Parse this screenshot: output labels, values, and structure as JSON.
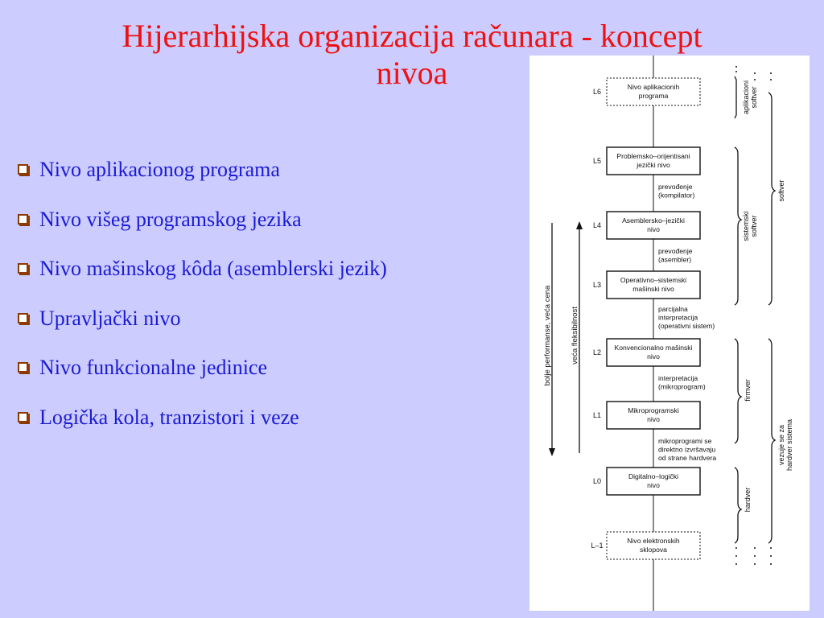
{
  "title": {
    "line1": "Hijerarhijska organizacija računara - koncept",
    "line2": "nivoa"
  },
  "bullets": [
    "Nivo aplikacionog programa",
    "Nivo višeg programskog jezika",
    "Nivo mašinskog kôda (asemblerski jezik)",
    "Upravljački nivo",
    "Nivo funkcionalne jedinice",
    "Logička kola, tranzistori i veze"
  ],
  "diagram": {
    "levels": [
      {
        "id": "L6",
        "line1": "Nivo aplikacionih",
        "line2": "programa",
        "dashed": true
      },
      {
        "id": "L5",
        "line1": "Problemsko–orijentisani",
        "line2": "jezički nivo",
        "dashed": false
      },
      {
        "id": "L4",
        "line1": "Asemblersko–jezički",
        "line2": "nivo",
        "dashed": false
      },
      {
        "id": "L3",
        "line1": "Operativno–sistemski",
        "line2": "mašinski nivo",
        "dashed": false
      },
      {
        "id": "L2",
        "line1": "Konvencionalno mašinski",
        "line2": "nivo",
        "dashed": false
      },
      {
        "id": "L1",
        "line1": "Mikroprogramski",
        "line2": "nivo",
        "dashed": false
      },
      {
        "id": "L0",
        "line1": "Digitalno–logički",
        "line2": "nivo",
        "dashed": false
      },
      {
        "id": "L–1",
        "line1": "Nivo elektronskih",
        "line2": "sklopova",
        "dashed": true
      }
    ],
    "transitions": [
      [
        "prevođenje",
        "(kompilator)"
      ],
      [
        "prevođenje",
        "(asembler)"
      ],
      [
        "parcijalna",
        "interpretacija",
        "(operativni sistem)"
      ],
      [
        "interpretacija",
        "(mikroprogram)"
      ],
      [
        "mikroprogrami se",
        "direktno izvršavaju",
        "od strane hardvera"
      ]
    ],
    "left_arrows": {
      "down_label": "bolje performanse, veća cena",
      "up_label": "veća fleksibilnost"
    },
    "right_labels": {
      "aplikacioni": [
        "aplikacioni",
        "softver"
      ],
      "sistemski": [
        "sistemski",
        "softver"
      ],
      "firmver": "firmver",
      "hardver": "hardver",
      "softver": "softver",
      "vezuje": [
        "vezuje se za",
        "hardver sistema"
      ]
    }
  }
}
